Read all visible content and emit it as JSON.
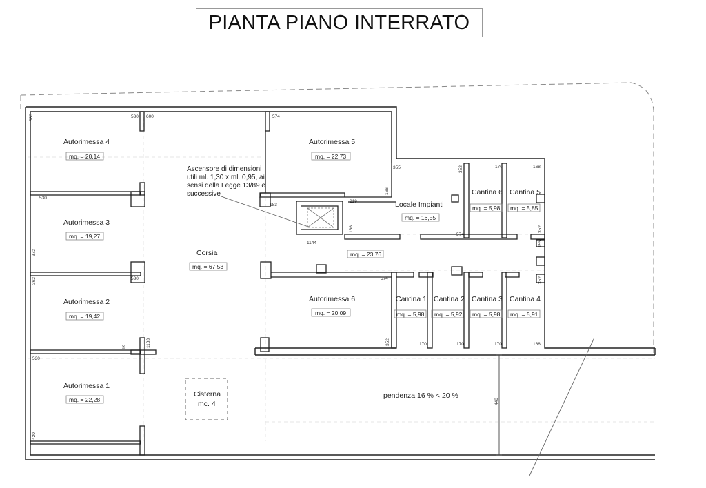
{
  "title": "PIANTA PIANO INTERRATO",
  "rooms": {
    "autorimessa4": {
      "name": "Autorimessa 4",
      "area": "mq. = 20,14"
    },
    "autorimessa5": {
      "name": "Autorimessa 5",
      "area": "mq. = 22,73"
    },
    "autorimessa3": {
      "name": "Autorimessa 3",
      "area": "mq. = 19,27"
    },
    "autorimessa2": {
      "name": "Autorimessa 2",
      "area": "mq. = 19,42"
    },
    "autorimessa1": {
      "name": "Autorimessa 1",
      "area": "mq. = 22,28"
    },
    "autorimessa6": {
      "name": "Autorimessa 6",
      "area": "mq. = 20,09"
    },
    "corsia": {
      "name": "Corsia",
      "area": "mq. = 67,53"
    },
    "locale_impianti": {
      "name": "Locale Impianti",
      "area": "mq. = 16,55"
    },
    "corridoio": {
      "area": "mq. = 23,76"
    },
    "cantina6": {
      "name": "Cantina 6",
      "area": "mq. = 5,98"
    },
    "cantina5": {
      "name": "Cantina 5",
      "area": "mq. = 5,85"
    },
    "cantina1": {
      "name": "Cantina 1",
      "area": "mq. = 5,98"
    },
    "cantina2": {
      "name": "Cantina 2",
      "area": "mq. = 5,92"
    },
    "cantina3": {
      "name": "Cantina 3",
      "area": "mq. = 5,98"
    },
    "cantina4": {
      "name": "Cantina 4",
      "area": "mq. = 5,91"
    },
    "cisterna": {
      "name": "Cisterna",
      "capacity": "mc. 4"
    }
  },
  "ramp": {
    "text": "pendenza 16 % < 20 %"
  },
  "elevator_note": {
    "line1": "Ascensore di dimensioni",
    "line2": "utili ml. 1,30 x ml. 0,95, ai",
    "line3": "sensi della Legge 13/89 e",
    "line4": "successive"
  },
  "dimensions": {
    "d380": "380",
    "d530a": "530",
    "d600": "600",
    "d574a": "574",
    "d530b": "530",
    "d372": "372",
    "d530c": "530",
    "d362": "362",
    "d19": "19",
    "d1133": "1133",
    "d530d": "530",
    "d420": "420",
    "d355": "355",
    "d352a": "352",
    "d166a": "166",
    "d219": "219",
    "d183": "183",
    "d166b": "166",
    "d1144": "1144",
    "d574b": "574",
    "d170a": "170",
    "d168a": "168",
    "d352b": "352",
    "d155": "155",
    "d574c": "574",
    "d352c": "352",
    "d352d": "352",
    "d170b": "170",
    "d170c": "170",
    "d170d": "170",
    "d168b": "168",
    "d440": "440"
  }
}
